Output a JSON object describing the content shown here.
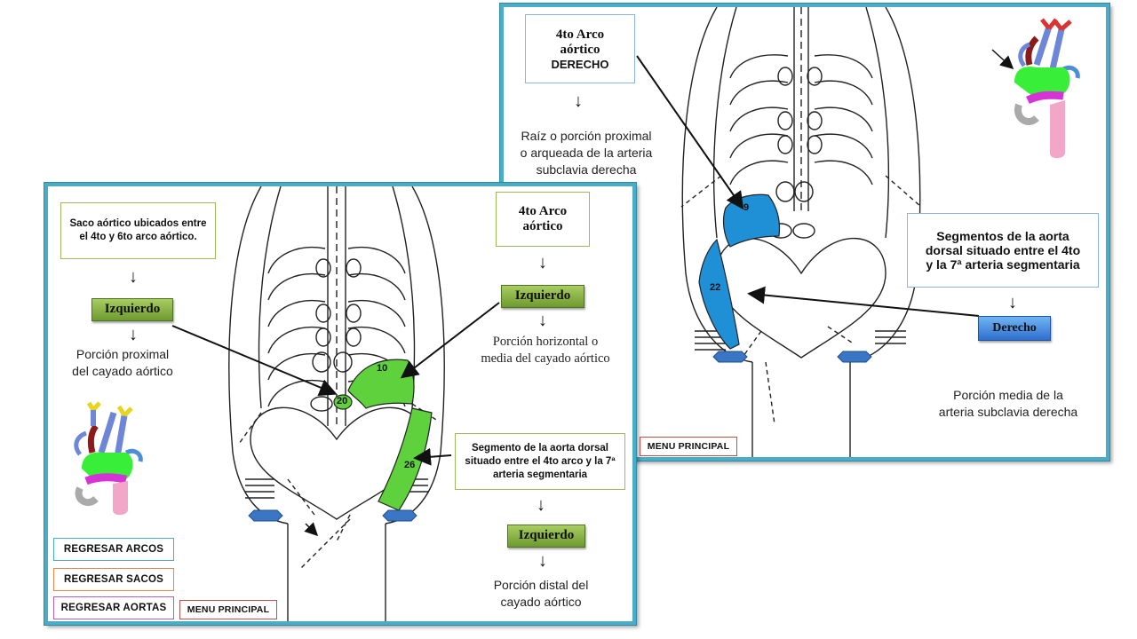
{
  "colors": {
    "frame": "#4bacc6",
    "green_segment": "#5ed13c",
    "blue_segment": "#1f8fd6",
    "green_button": "#86b347",
    "blue_button": "#3f86df"
  },
  "left_slide": {
    "saco_box": "Saco aórtico ubicados entre el 4to y 6to arco aórtico.",
    "izquierdo_1": "Izquierdo",
    "porcion_proximal_l1": "Porción proximal",
    "porcion_proximal_l2": "del cayado aórtico",
    "arco_box_l1": "4to Arco",
    "arco_box_l2": "aórtico",
    "izquierdo_2": "Izquierdo",
    "porcion_horizontal_l1": "Porción horizontal o",
    "porcion_horizontal_l2": "media del cayado aórtico",
    "segmento_box": "Segmento de la aorta dorsal situado entre el 4to arco y la 7ª arteria segmentaria",
    "izquierdo_3": "Izquierdo",
    "porcion_distal_l1": "Porción distal del",
    "porcion_distal_l2": "cayado aórtico",
    "label_10": "10",
    "label_20": "20",
    "label_26": "26",
    "nav": {
      "regresar_arcos": "REGRESAR ARCOS",
      "regresar_sacos": "REGRESAR SACOS",
      "regresar_aortas": "REGRESAR AORTAS",
      "menu_principal": "MENU PRINCIPAL"
    }
  },
  "right_slide": {
    "arco_box_l1": "4to Arco",
    "arco_box_l2": "aórtico",
    "arco_box_l3": "DERECHO",
    "raiz_l1": "Raíz o porción proximal",
    "raiz_l2": "o arqueada de la arteria",
    "raiz_l3": "subclavia derecha",
    "segmentos_box_l1": "Segmentos de la aorta",
    "segmentos_box_l2": "dorsal situado entre el 4to",
    "segmentos_box_l3": "y la 7ª arteria segmentaria",
    "derecho": "Derecho",
    "porcion_media_l1": "Porción media de la",
    "porcion_media_l2": "arteria subclavia derecha",
    "label_9": "9",
    "label_22": "22",
    "nav": {
      "menu_principal": "MENU PRINCIPAL"
    }
  }
}
